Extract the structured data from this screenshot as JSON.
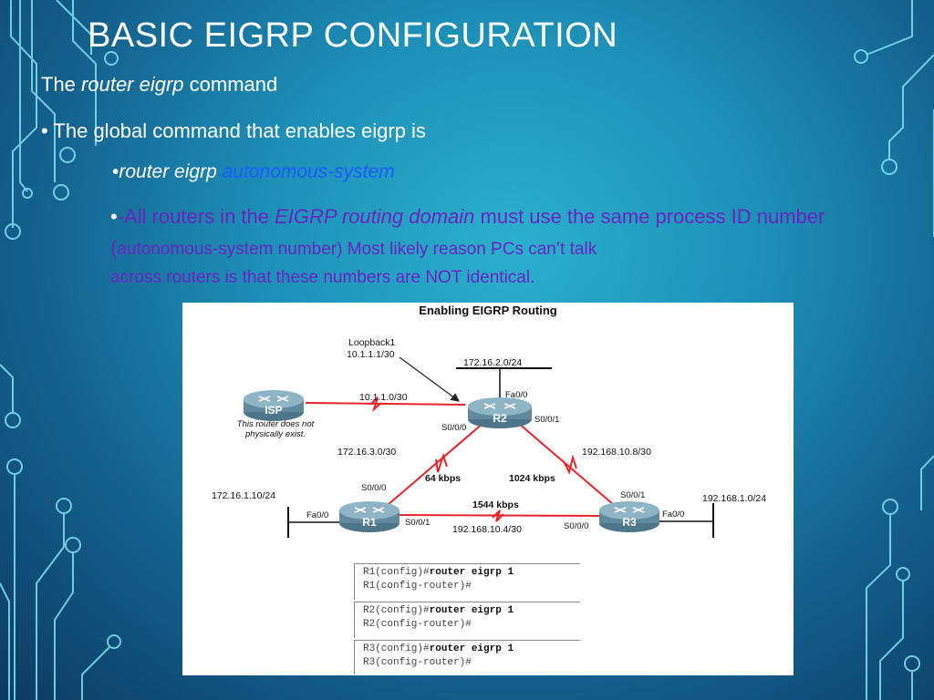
{
  "slide": {
    "title": "BASIC EIGRP CONFIGURATION",
    "subtitle_prefix": "The ",
    "subtitle_italic": "router eigrp",
    "subtitle_suffix": " command",
    "bullet1": "The global command that enables eigrp is",
    "bullet2_italic": "router eigrp ",
    "bullet2_blue": "autonomous-system",
    "bullet3_dash": "-",
    "bullet3_part1": "All routers in the ",
    "bullet3_italic": "EIGRP routing domain",
    "bullet3_part2": " must use the same process ID number (",
    "bullet3_small": "autonomous-system number)  Most likely reason PCs can’t talk",
    "bullet3_last": "across routers is that these numbers are NOT identical.",
    "bullet_char": "•"
  },
  "figure": {
    "title": "Enabling EIGRP Routing",
    "routers": {
      "isp": "ISP",
      "r1": "R1",
      "r2": "R2",
      "r3": "R3"
    },
    "isp_note_line1": "This router does not",
    "isp_note_line2": "physically exist.",
    "labels": {
      "loopback_name": "Loopback1",
      "loopback_ip": "10.1.1.1/30",
      "net_r2_lan": "172.16.2.0/24",
      "net_isp": "10.1.1.0/30",
      "r2_fa": "Fa0/0",
      "r2_s000": "S0/0/0",
      "r2_s001": "S0/0/1",
      "net_r1r2": "172.16.3.0/30",
      "net_r2r3": "192.168.10.8/30",
      "bw_r1r2": "64 kbps",
      "bw_r2r3": "1024 kbps",
      "r1_s000": "S0/0/0",
      "r3_s001": "S0/0/1",
      "net_r1_lan": "172.16.1.10/24",
      "net_r3_lan": "192.168.1.0/24",
      "bw_r1r3": "1544 kbps",
      "r1_fa": "Fa0/0",
      "r1_s001": "S0/0/1",
      "net_r1r3": "192.168.10.4/30",
      "r3_s000": "S0/0/0",
      "r3_fa": "Fa0/0"
    },
    "configs": [
      {
        "prompt1": "R1(config)#",
        "cmd": "router eigrp 1",
        "line2": "R1(config-router)#"
      },
      {
        "prompt1": "R2(config)#",
        "cmd": "router eigrp 1",
        "line2": "R2(config-router)#"
      },
      {
        "prompt1": "R3(config)#",
        "cmd": "router eigrp 1",
        "line2": "R3(config-router)#"
      }
    ]
  },
  "colors": {
    "link": "#e8232a",
    "text_purple": "#6a24c4",
    "accent_blue": "#1a5cff",
    "router": "#5f8a9e"
  }
}
